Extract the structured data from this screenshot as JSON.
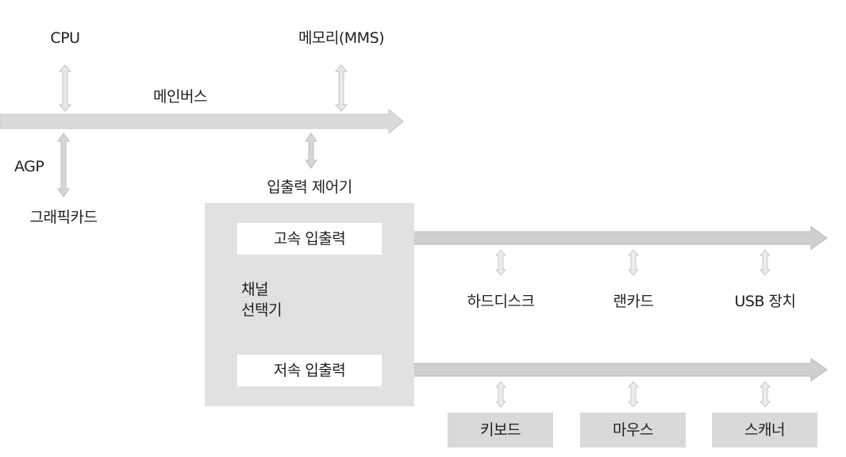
{
  "top": {
    "cpu": "CPU",
    "memory": "메모리(MMS)",
    "main_bus": "메인버스"
  },
  "left": {
    "agp": "AGP",
    "graphics_card": "그래픽카드"
  },
  "io_controller": {
    "title": "입출력 제어기",
    "high_speed": "고속 입출력",
    "low_speed": "저속 입출력",
    "channel_selector_line1": "채널",
    "channel_selector_line2": "선택기"
  },
  "high_speed_devices": [
    "하드디스크",
    "랜카드",
    "USB 장치"
  ],
  "low_speed_devices": [
    "키보드",
    "마우스",
    "스캐너"
  ],
  "colors": {
    "arrow_fill": "#cfcfcf",
    "arrow_stroke": "#b8b8b8",
    "box_fill": "#e1e1e1",
    "device_box_fill": "#d9d9d9"
  }
}
